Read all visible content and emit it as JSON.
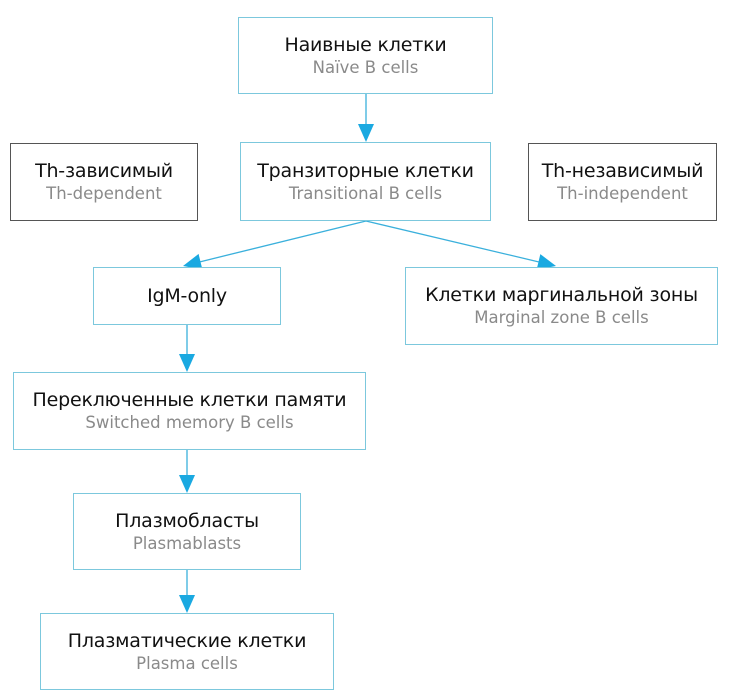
{
  "colors": {
    "arrow": "#1aa9e1",
    "line": "#3ab0dc",
    "box_border": "#7cc8dd",
    "note_border": "#555555",
    "ru_text": "#111111",
    "en_text": "#8a8a8a"
  },
  "nodes": {
    "naive": {
      "ru": "Наивные клетки",
      "en": "Naïve B cells"
    },
    "transitional": {
      "ru": "Транзиторные клетки",
      "en": "Transitional B cells"
    },
    "th_dependent": {
      "ru": "Th-зависимый",
      "en": "Th-dependent"
    },
    "th_independent": {
      "ru": "Th-независимый",
      "en": "Th-independent"
    },
    "igm_only": {
      "ru": "IgM-only"
    },
    "marginal": {
      "ru": "Клетки маргинальной зоны",
      "en": "Marginal zone B cells"
    },
    "switched": {
      "ru": "Переключенные клетки памяти",
      "en": "Switched memory B cells"
    },
    "plasmablasts": {
      "ru": "Плазмобласты",
      "en": "Plasmablasts"
    },
    "plasma": {
      "ru": "Плазматические клетки",
      "en": "Plasma cells"
    }
  },
  "edges": [
    {
      "from": "naive",
      "to": "transitional"
    },
    {
      "from": "transitional",
      "to": "igm_only"
    },
    {
      "from": "transitional",
      "to": "marginal"
    },
    {
      "from": "igm_only",
      "to": "switched"
    },
    {
      "from": "switched",
      "to": "plasmablasts"
    },
    {
      "from": "plasmablasts",
      "to": "plasma"
    }
  ]
}
